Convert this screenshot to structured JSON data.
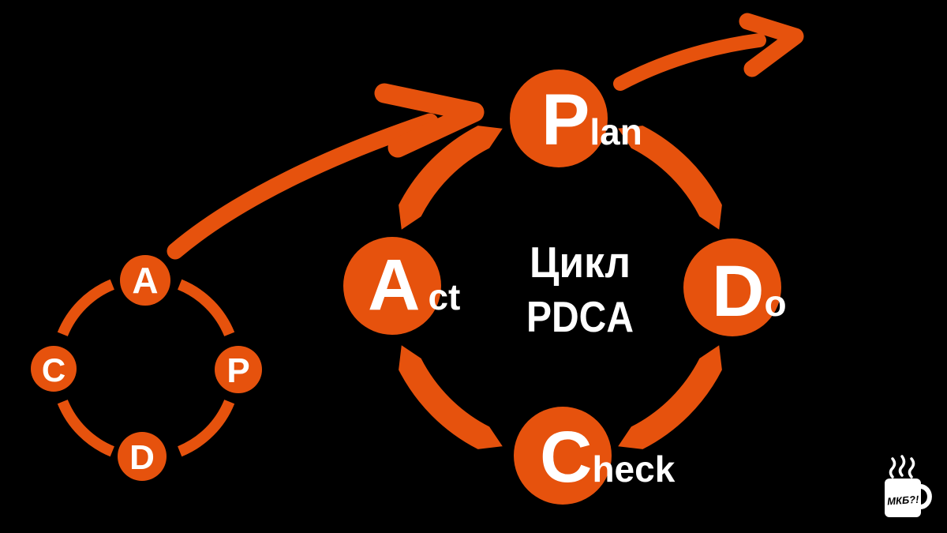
{
  "colors": {
    "background": "#000000",
    "accent": "#E6520D",
    "node_text": "#FFFFFF",
    "center_text": "#FFFFFF",
    "logo_color": "#FFFFFF",
    "logo_text_color": "#000000"
  },
  "center_label": {
    "line1": "Цикл",
    "line2": "PDCA"
  },
  "main_cycle": {
    "nodes": [
      {
        "id": "plan",
        "label": "Plan",
        "lead": "P",
        "rest": "lan"
      },
      {
        "id": "do",
        "label": "Do",
        "lead": "D",
        "rest": "o"
      },
      {
        "id": "check",
        "label": "Check",
        "lead": "C",
        "rest": "heck"
      },
      {
        "id": "act",
        "label": "Act",
        "lead": "A",
        "rest": "ct"
      }
    ]
  },
  "mini_cycle": {
    "nodes": [
      {
        "id": "a",
        "label": "A"
      },
      {
        "id": "p",
        "label": "P"
      },
      {
        "id": "d",
        "label": "D"
      },
      {
        "id": "c",
        "label": "C"
      }
    ]
  },
  "icons": {
    "entry_arrow": "curved-arrow-right",
    "exit_arrow": "curved-arrow-up-right",
    "logo_icon": "coffee-mug-steam"
  },
  "logo": {
    "text": "МКБ?!"
  }
}
